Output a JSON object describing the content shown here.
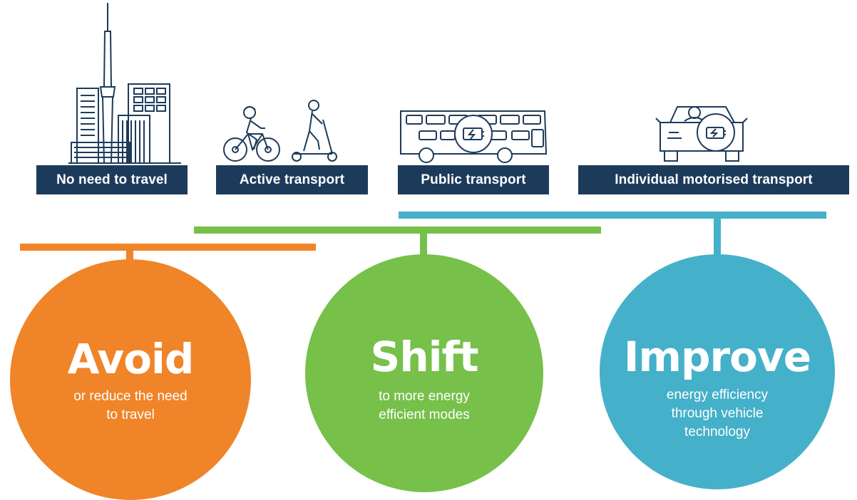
{
  "categories": [
    {
      "label": "No need to travel",
      "icon": "city-skyline-icon"
    },
    {
      "label": "Active transport",
      "icon": "cyclist-scooter-icon"
    },
    {
      "label": "Public transport",
      "icon": "electric-bus-icon"
    },
    {
      "label": "Individual motorised transport",
      "icon": "electric-car-icon"
    }
  ],
  "strategies": [
    {
      "title": "Avoid",
      "subtitle_lines": [
        "or reduce the need",
        "to travel"
      ],
      "color": "#f08428"
    },
    {
      "title": "Shift",
      "subtitle_lines": [
        "to more energy",
        "efficient modes"
      ],
      "color": "#77c04a"
    },
    {
      "title": "Improve",
      "subtitle_lines": [
        "energy efficiency",
        "through vehicle",
        "technology"
      ],
      "color": "#45b0c9"
    }
  ],
  "colors": {
    "navy": "#1c3b5a",
    "orange": "#f08428",
    "green": "#77c04a",
    "teal": "#45b0c9"
  }
}
